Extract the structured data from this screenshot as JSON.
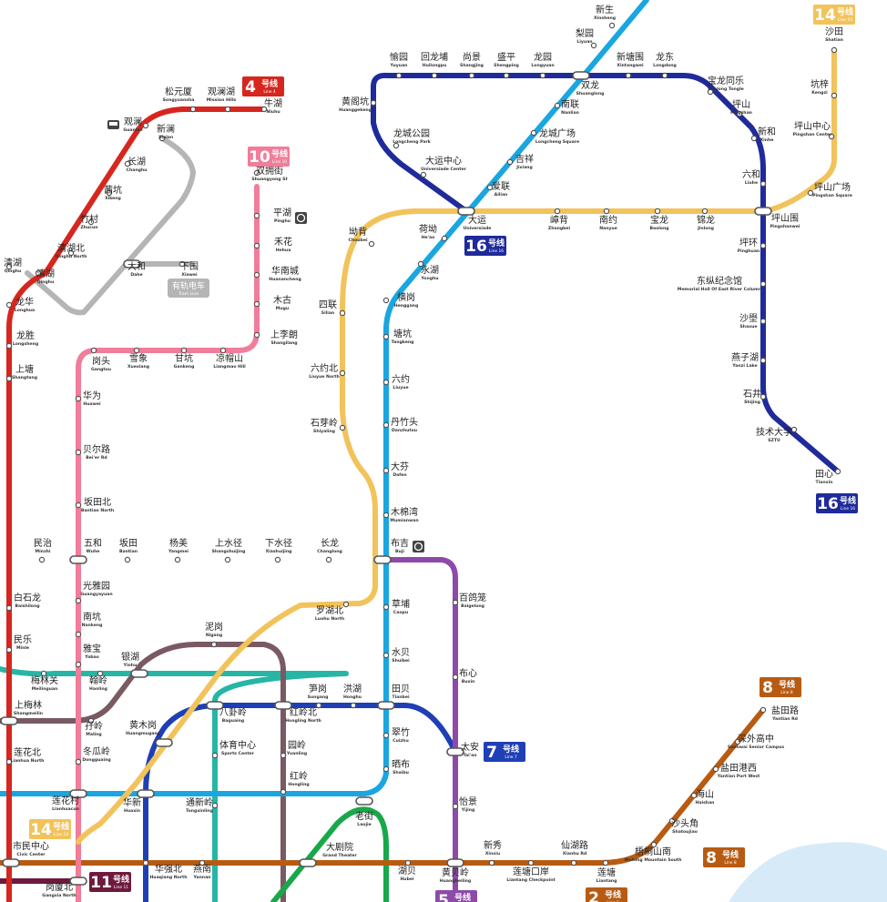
{
  "lines": [
    {
      "id": "line4",
      "number": "4",
      "label": "号线",
      "en": "Line 4",
      "color": "#d7261e"
    },
    {
      "id": "line10",
      "number": "10",
      "label": "号线",
      "en": "Line 10",
      "color": "#f07d9a"
    },
    {
      "id": "line14",
      "number": "14",
      "label": "号线",
      "en": "Line 14",
      "color": "#f2c35b"
    },
    {
      "id": "line16",
      "number": "16",
      "label": "号线",
      "en": "Line 16",
      "color": "#1f2a9b"
    },
    {
      "id": "line7",
      "number": "7",
      "label": "号线",
      "en": "Line 7",
      "color": "#1f3fb5"
    },
    {
      "id": "line8",
      "number": "8",
      "label": "号线",
      "en": "Line 8",
      "color": "#b85b12"
    },
    {
      "id": "line2",
      "number": "2",
      "label": "号线",
      "en": "Line 2",
      "color": "#b85b12"
    },
    {
      "id": "line11",
      "number": "11",
      "label": "号线",
      "en": "Line 11",
      "color": "#6d1a3d"
    },
    {
      "id": "line5",
      "number": "5",
      "label": "号线",
      "en": "Line 5",
      "color": "#8e4aa8"
    },
    {
      "id": "line3",
      "color": "#1aa6e0"
    },
    {
      "id": "line6",
      "color": "#27b5a6"
    },
    {
      "id": "line9",
      "color": "#7a5a62"
    },
    {
      "id": "line1",
      "color": "#18a84a"
    },
    {
      "id": "tram",
      "color": "#b5b5b5"
    }
  ],
  "tram_badge": {
    "label": "有轨电车",
    "en": "Tram Line"
  },
  "stations": [
    {
      "zh": "新生",
      "en": "Xinsheng"
    },
    {
      "zh": "梨园",
      "en": "Liyuan"
    },
    {
      "zh": "愉园",
      "en": "Yuyuan"
    },
    {
      "zh": "回龙埔",
      "en": "Huilongpu"
    },
    {
      "zh": "尚景",
      "en": "Shangjing"
    },
    {
      "zh": "盛平",
      "en": "Shengping"
    },
    {
      "zh": "龙园",
      "en": "Longyuan"
    },
    {
      "zh": "双龙",
      "en": "Shuanglong"
    },
    {
      "zh": "新塘围",
      "en": "Xintangwei"
    },
    {
      "zh": "龙东",
      "en": "Longdong"
    },
    {
      "zh": "宝龙同乐",
      "en": "Baolong Tongle"
    },
    {
      "zh": "坪山",
      "en": "Pingshan"
    },
    {
      "zh": "新和",
      "en": "Xinhe"
    },
    {
      "zh": "六和",
      "en": "Liuhe"
    },
    {
      "zh": "坪山围",
      "en": "Pingshanwei"
    },
    {
      "zh": "坪环",
      "en": "Pinghuan"
    },
    {
      "zh": "东纵纪念馆",
      "en": "Memorial Hall Of East River Column"
    },
    {
      "zh": "沙壆",
      "en": "Shaxue"
    },
    {
      "zh": "燕子湖",
      "en": "Yanzi Lake"
    },
    {
      "zh": "石井",
      "en": "Shijing"
    },
    {
      "zh": "技术大学",
      "en": "SZTU"
    },
    {
      "zh": "田心",
      "en": "Tianxin"
    },
    {
      "zh": "沙田",
      "en": "Shatian"
    },
    {
      "zh": "坑梓",
      "en": "Kengzi"
    },
    {
      "zh": "坪山中心",
      "en": "Pingshan Center"
    },
    {
      "zh": "坪山广场",
      "en": "Pingshan Square"
    },
    {
      "zh": "黄阁坑",
      "en": "Huanggekeng"
    },
    {
      "zh": "龙城公园",
      "en": "Longcheng Park"
    },
    {
      "zh": "大运中心",
      "en": "Universiade Center"
    },
    {
      "zh": "南联",
      "en": "Nanlian"
    },
    {
      "zh": "龙城广场",
      "en": "Longcheng Square"
    },
    {
      "zh": "吉祥",
      "en": "Jixiang"
    },
    {
      "zh": "爱联",
      "en": "Ailian"
    },
    {
      "zh": "大运",
      "en": "Universiade"
    },
    {
      "zh": "嶂背",
      "en": "Zhangbei"
    },
    {
      "zh": "南约",
      "en": "Nanyue"
    },
    {
      "zh": "宝龙",
      "en": "Baolong"
    },
    {
      "zh": "锦龙",
      "en": "Jinlong"
    },
    {
      "zh": "荷坳",
      "en": "He'ao"
    },
    {
      "zh": "永湖",
      "en": "Yonghu"
    },
    {
      "zh": "横岗",
      "en": "Henggang"
    },
    {
      "zh": "塘坑",
      "en": "Tangkeng"
    },
    {
      "zh": "六约",
      "en": "Liuyue"
    },
    {
      "zh": "丹竹头",
      "en": "Danzhutou"
    },
    {
      "zh": "大芬",
      "en": "Dafen"
    },
    {
      "zh": "木棉湾",
      "en": "Mumianwan"
    },
    {
      "zh": "布吉",
      "en": "Buji"
    },
    {
      "zh": "草埔",
      "en": "Caopu"
    },
    {
      "zh": "水贝",
      "en": "Shuibei"
    },
    {
      "zh": "田贝",
      "en": "Tianbei"
    },
    {
      "zh": "翠竹",
      "en": "Cuizhu"
    },
    {
      "zh": "晒布",
      "en": "Shaibu"
    },
    {
      "zh": "老街",
      "en": "Laojie"
    },
    {
      "zh": "坳背",
      "en": "Choubei"
    },
    {
      "zh": "四联",
      "en": "Silian"
    },
    {
      "zh": "六约北",
      "en": "Liuyue North"
    },
    {
      "zh": "石芽岭",
      "en": "Shiyaling"
    },
    {
      "zh": "罗湖北",
      "en": "Luohu North"
    },
    {
      "zh": "百鸽笼",
      "en": "Baigelong"
    },
    {
      "zh": "布心",
      "en": "Buxin"
    },
    {
      "zh": "太安",
      "en": "Tai'an"
    },
    {
      "zh": "怡景",
      "en": "Yijing"
    },
    {
      "zh": "黄贝岭",
      "en": "Huangbeiling"
    },
    {
      "zh": "松元厦",
      "en": "Songyuansha"
    },
    {
      "zh": "观澜湖",
      "en": "Mission Hills"
    },
    {
      "zh": "牛湖",
      "en": "Niuhu"
    },
    {
      "zh": "观澜",
      "en": "Guanlan"
    },
    {
      "zh": "新澜",
      "en": "Xinlan"
    },
    {
      "zh": "长湖",
      "en": "Changhu"
    },
    {
      "zh": "茜坑",
      "en": "Xikeng"
    },
    {
      "zh": "竹村",
      "en": "Zhucun"
    },
    {
      "zh": "清湖北",
      "en": "Qinghu North"
    },
    {
      "zh": "清湖",
      "en": "Qinghu"
    },
    {
      "zh": "龙华",
      "en": "Longhua"
    },
    {
      "zh": "龙胜",
      "en": "Longsheng"
    },
    {
      "zh": "上塘",
      "en": "Shangtang"
    },
    {
      "zh": "大和",
      "en": "Dahe"
    },
    {
      "zh": "下围",
      "en": "Xiawei"
    },
    {
      "zh": "清湖",
      "en": "Qinghu"
    },
    {
      "zh": "双拥街",
      "en": "Shuangyong St"
    },
    {
      "zh": "平湖",
      "en": "Pinghu"
    },
    {
      "zh": "禾花",
      "en": "Hehua"
    },
    {
      "zh": "华南城",
      "en": "Huanancheng"
    },
    {
      "zh": "木古",
      "en": "Mugu"
    },
    {
      "zh": "上李朗",
      "en": "Shangilang"
    },
    {
      "zh": "凉帽山",
      "en": "Liangmao Hill"
    },
    {
      "zh": "甘坑",
      "en": "Gankeng"
    },
    {
      "zh": "雪象",
      "en": "Xuexiang"
    },
    {
      "zh": "岗头",
      "en": "Gangtou"
    },
    {
      "zh": "华为",
      "en": "Huawei"
    },
    {
      "zh": "贝尔路",
      "en": "Bei'er Rd"
    },
    {
      "zh": "坂田北",
      "en": "Bantian North"
    },
    {
      "zh": "五和",
      "en": "Wuhe"
    },
    {
      "zh": "民治",
      "en": "Minzhi"
    },
    {
      "zh": "坂田",
      "en": "Bantian"
    },
    {
      "zh": "杨美",
      "en": "Yangmei"
    },
    {
      "zh": "上水径",
      "en": "Shangshuijing"
    },
    {
      "zh": "下水径",
      "en": "Xiashuijing"
    },
    {
      "zh": "长龙",
      "en": "Changlong"
    },
    {
      "zh": "光雅园",
      "en": "Guangyayuan"
    },
    {
      "zh": "南坑",
      "en": "Nankeng"
    },
    {
      "zh": "雅宝",
      "en": "Yabao"
    },
    {
      "zh": "白石龙",
      "en": "Baishilong"
    },
    {
      "zh": "民乐",
      "en": "Minle"
    },
    {
      "zh": "梅林关",
      "en": "Meilinguan"
    },
    {
      "zh": "翰岭",
      "en": "Hanling"
    },
    {
      "zh": "银湖",
      "en": "Yinhu"
    },
    {
      "zh": "泥岗",
      "en": "Nigang"
    },
    {
      "zh": "上梅林",
      "en": "Shangmeilin"
    },
    {
      "zh": "孖岭",
      "en": "Maling"
    },
    {
      "zh": "黄木岗",
      "en": "Huangmugang"
    },
    {
      "zh": "八卦岭",
      "en": "Baguaing"
    },
    {
      "zh": "红岭北",
      "en": "Hongling North"
    },
    {
      "zh": "笋岗",
      "en": "Sungang"
    },
    {
      "zh": "洪湖",
      "en": "Honghu"
    },
    {
      "zh": "莲花北",
      "en": "Lianhua North"
    },
    {
      "zh": "冬瓜岭",
      "en": "Dongguaing"
    },
    {
      "zh": "体育中心",
      "en": "Sports Center"
    },
    {
      "zh": "园岭",
      "en": "Yuanling"
    },
    {
      "zh": "红岭",
      "en": "Hongling"
    },
    {
      "zh": "莲花村",
      "en": "Lianhuacun"
    },
    {
      "zh": "华新",
      "en": "Huaxin"
    },
    {
      "zh": "通新岭",
      "en": "Tongxinling"
    },
    {
      "zh": "市民中心",
      "en": "Civic Center"
    },
    {
      "zh": "华强北",
      "en": "Huaqiang North"
    },
    {
      "zh": "燕南",
      "en": "Yannan"
    },
    {
      "zh": "大剧院",
      "en": "Grand Theater"
    },
    {
      "zh": "湖贝",
      "en": "Hubei"
    },
    {
      "zh": "新秀",
      "en": "Xinxiu"
    },
    {
      "zh": "莲塘口岸",
      "en": "Liantang Checkpoint"
    },
    {
      "zh": "仙湖路",
      "en": "Xianhu Rd"
    },
    {
      "zh": "莲塘",
      "en": "Liantang"
    },
    {
      "zh": "梧桐山南",
      "en": "Wutong Mountain South"
    },
    {
      "zh": "岗厦北",
      "en": "Gangxia North"
    },
    {
      "zh": "盐田路",
      "en": "Yantian Rd"
    },
    {
      "zh": "深外高中",
      "en": "Shenwai Senior Campus"
    },
    {
      "zh": "盐田港西",
      "en": "Yantian Port West"
    },
    {
      "zh": "海山",
      "en": "Haishan"
    },
    {
      "zh": "沙头角",
      "en": "Shatoujiao"
    }
  ]
}
